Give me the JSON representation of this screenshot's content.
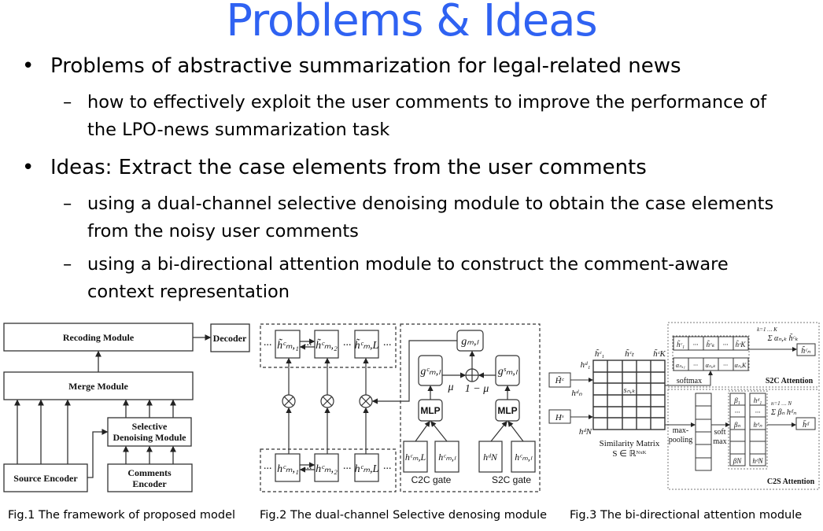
{
  "title": "Problems & Ideas",
  "bullets": [
    {
      "text": "Problems of abstractive summarization for legal-related news",
      "subs": [
        {
          "lines": [
            "how to effectively exploit the user comments to improve the performance of",
            "the LPO-news summarization task"
          ]
        }
      ]
    },
    {
      "text": "Ideas: Extract the case elements from the user comments",
      "subs": [
        {
          "lines": [
            "using a dual-channel selective denoising module to obtain the case elements",
            "from the noisy user comments"
          ]
        },
        {
          "lines": [
            "using a bi-directional attention module to construct the comment-aware",
            "context representation"
          ]
        }
      ]
    }
  ],
  "bullet_glyph": "•",
  "dash_glyph": "–",
  "fig1": {
    "caption": "Fig.1 The framework of proposed model",
    "recoding": "Recoding Module",
    "decoder": "Decoder",
    "merge": "Merge Module",
    "selective_1": "Selective",
    "selective_2": "Denoising Module",
    "source": "Source Encoder",
    "comments_1": "Comments",
    "comments_2": "Encoder"
  },
  "fig2": {
    "caption": "Fig.2 The dual-channel Selective denosing module",
    "ellipsis": "···",
    "top": [
      "h̃ᶜₘ,₁",
      "h̃ᶜₘ,₂",
      "h̃ᶜₘ,L"
    ],
    "bottom": [
      "hᶜₘ,₁",
      "hᶜₘ,₂",
      "hᶜₘ,L"
    ],
    "g": "gₘ,ₗ",
    "gc": "gᶜₘ,ₗ",
    "gs": "gˢₘ,ₗ",
    "mlp": "MLP",
    "mu": "μ",
    "one_minus_mu": "1 − μ",
    "c2c_inputs": [
      "hᶜₘ,L",
      "hᶜₘ,ₗ"
    ],
    "s2c_inputs": [
      "hᵈN",
      "hᶜₘ,ₗ"
    ],
    "c2c_label": "C2C gate",
    "s2c_label": "S2C gate"
  },
  "fig3": {
    "caption": "Fig.3 The bi-directional attention module",
    "col_labels": [
      "h̃ᶜ₁",
      "h̃ᶜₜ",
      "h̃ᶜK"
    ],
    "row_labels": [
      "hᵈ₁",
      "hᵈₙ",
      "hᵈN"
    ],
    "hc_input": "H̃ᶜ",
    "hs_input": "Hˢ",
    "cell": "sₙ,ₖ",
    "matrix_label": "Similarity Matrix",
    "matrix_formula": "S ∈ ℝᴺˣᴷ",
    "s2c_row1": [
      "h̃ᶜ₁",
      "···",
      "h̃ᶜₖ",
      "···",
      "h̃ᶜK"
    ],
    "s2c_row2": [
      "αₙ,₁",
      "···",
      "αₙ,ₖ",
      "···",
      "αₙ,K"
    ],
    "s2c_sum": "Σ αₙ,ₖ h̃ᶜₖ",
    "s2c_sum_limits": "k=1 … K",
    "s2c_out": "h̃ᶜₙ",
    "softmax": "softmax",
    "s2c_title": "S2C Attention",
    "maxpool_1": "max-",
    "maxpool_2": "pooling",
    "soft_1": "soft",
    "soft_2": "max",
    "beta_col": [
      "β₁",
      "···",
      "βₙ",
      "",
      "",
      "βN"
    ],
    "hd_col": [
      "hᵈ₁",
      "···",
      "hᵈₙ",
      "",
      "",
      "hᵈN"
    ],
    "c2s_sum": "Σ βₙ hᵈₙ",
    "c2s_sum_limits": "n=1 … N",
    "c2s_out": "h̄ᵈ",
    "c2s_title": "C2S Attention"
  }
}
